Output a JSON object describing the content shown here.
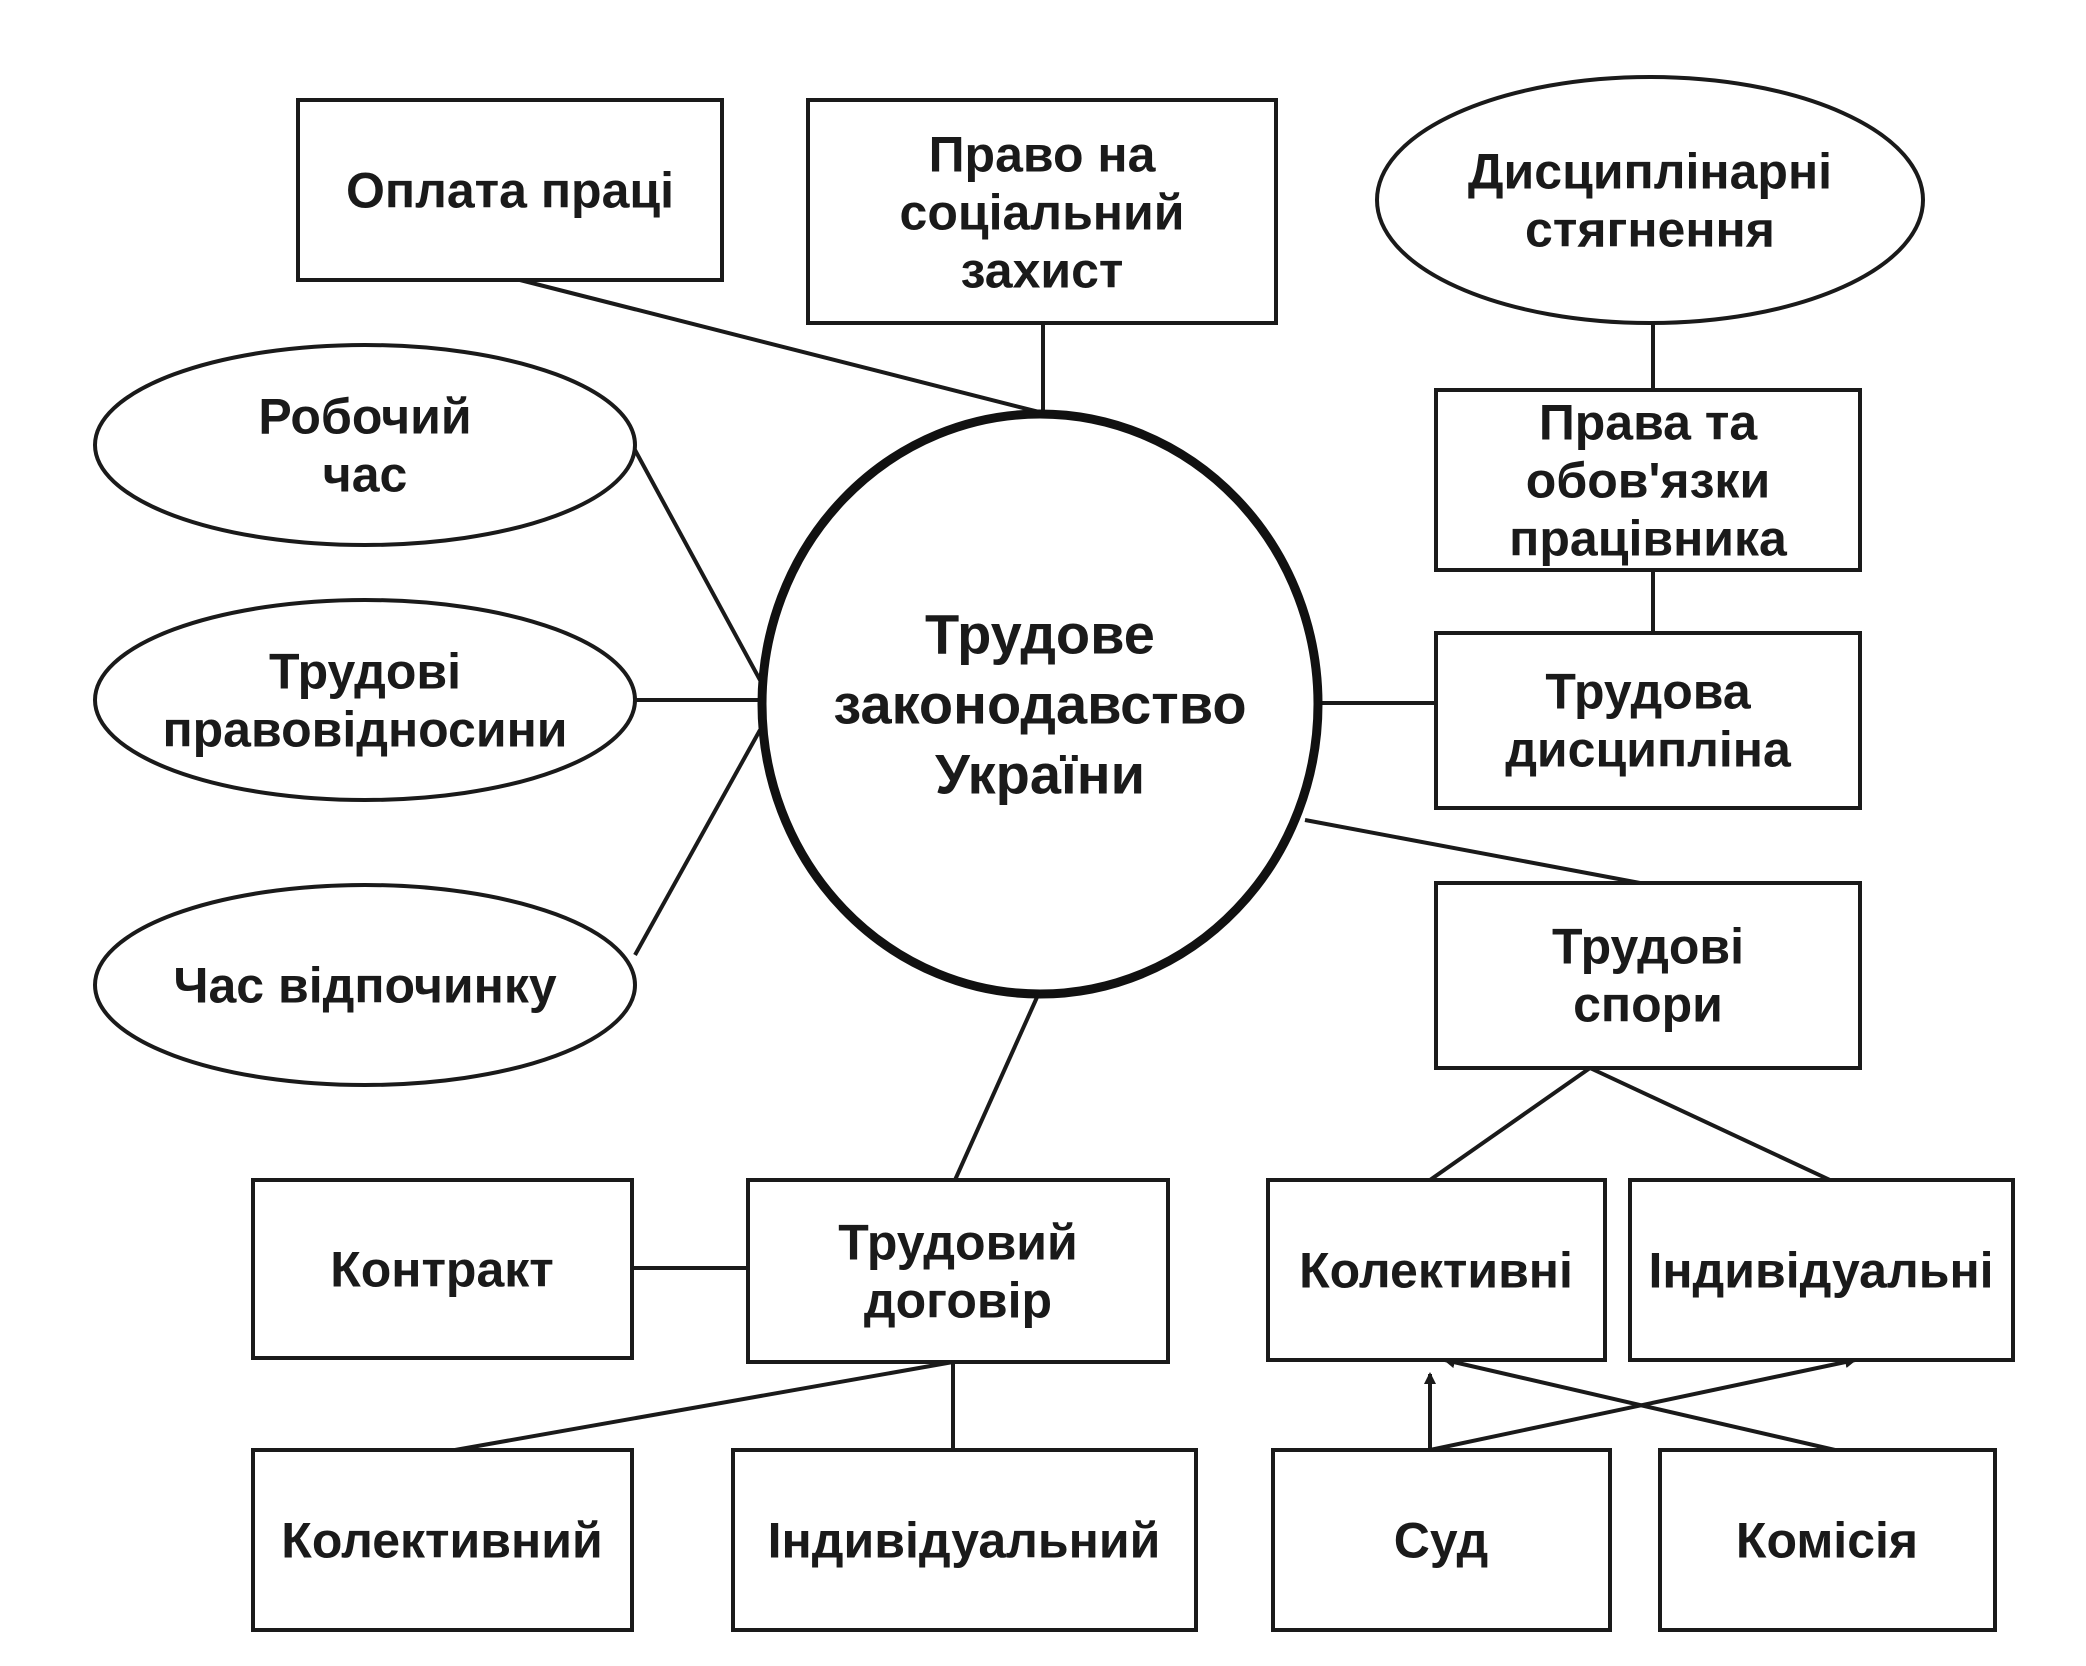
{
  "center": {
    "lines": [
      "Трудове",
      "законодавство",
      "України"
    ]
  },
  "nodes": {
    "wages": {
      "lines": [
        "Оплата праці"
      ]
    },
    "social_protection": {
      "lines": [
        "Право на",
        "соціальний",
        "захист"
      ]
    },
    "disciplinary_penalties": {
      "lines": [
        "Дисциплінарні",
        "стягнення"
      ]
    },
    "working_time": {
      "lines": [
        "Робочий",
        "час"
      ]
    },
    "employee_rights": {
      "lines": [
        "Права та",
        "обов'язки",
        "працівника"
      ]
    },
    "labor_relations": {
      "lines": [
        "Трудові",
        "правовідносини"
      ]
    },
    "labor_discipline": {
      "lines": [
        "Трудова",
        "дисципліна"
      ]
    },
    "rest_time": {
      "lines": [
        "Час відпочинку"
      ]
    },
    "labor_disputes": {
      "lines": [
        "Трудові",
        "спори"
      ]
    },
    "contract": {
      "lines": [
        "Контракт"
      ]
    },
    "employment_agreement": {
      "lines": [
        "Трудовий",
        "договір"
      ]
    },
    "collective_disputes": {
      "lines": [
        "Колективні"
      ]
    },
    "individual_disputes": {
      "lines": [
        "Індивідуальні"
      ]
    },
    "collective_agreement": {
      "lines": [
        "Колективний"
      ]
    },
    "individual_agreement": {
      "lines": [
        "Індивідуальний"
      ]
    },
    "court": {
      "lines": [
        "Суд"
      ]
    },
    "commission": {
      "lines": [
        "Комісія"
      ]
    }
  }
}
